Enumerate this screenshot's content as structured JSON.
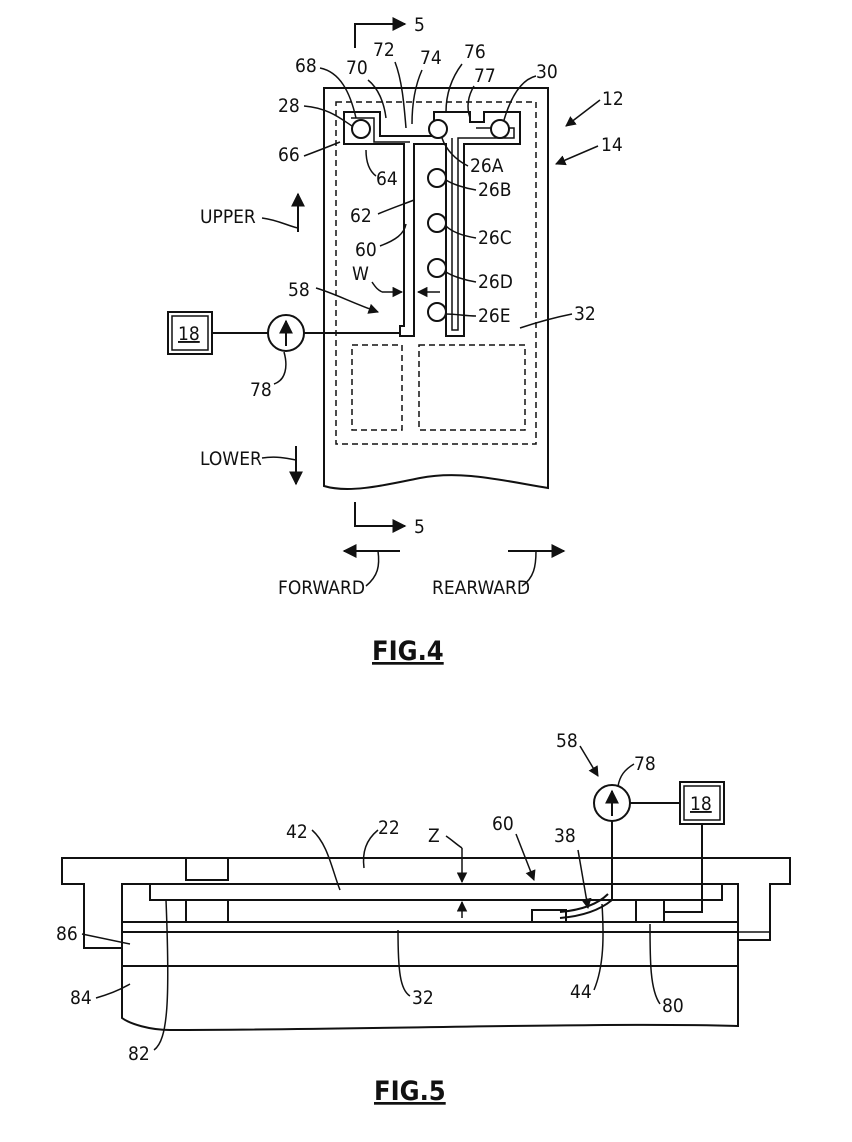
{
  "fig4": {
    "caption": "FIG.4",
    "section_marker": "5",
    "directions": {
      "upper": "UPPER",
      "lower": "LOWER",
      "forward": "FORWARD",
      "rearward": "REARWARD"
    },
    "dimension_w": "W",
    "controller": "18",
    "refs": {
      "r68": "68",
      "r70": "70",
      "r72": "72",
      "r74": "74",
      "r76": "76",
      "r77": "77",
      "r30": "30",
      "r12": "12",
      "r14": "14",
      "r28": "28",
      "r66": "66",
      "r64": "64",
      "r26a": "26A",
      "r26b": "26B",
      "r26c": "26C",
      "r26d": "26D",
      "r26e": "26E",
      "r62": "62",
      "r60": "60",
      "r58": "58",
      "r32": "32",
      "r78": "78"
    }
  },
  "fig5": {
    "caption": "FIG.5",
    "dimension_z": "Z",
    "controller": "18",
    "refs": {
      "r58": "58",
      "r78": "78",
      "r42": "42",
      "r22": "22",
      "r60": "60",
      "r38": "38",
      "r86": "86",
      "r84": "84",
      "r32": "32",
      "r44": "44",
      "r80": "80",
      "r82": "82"
    }
  }
}
